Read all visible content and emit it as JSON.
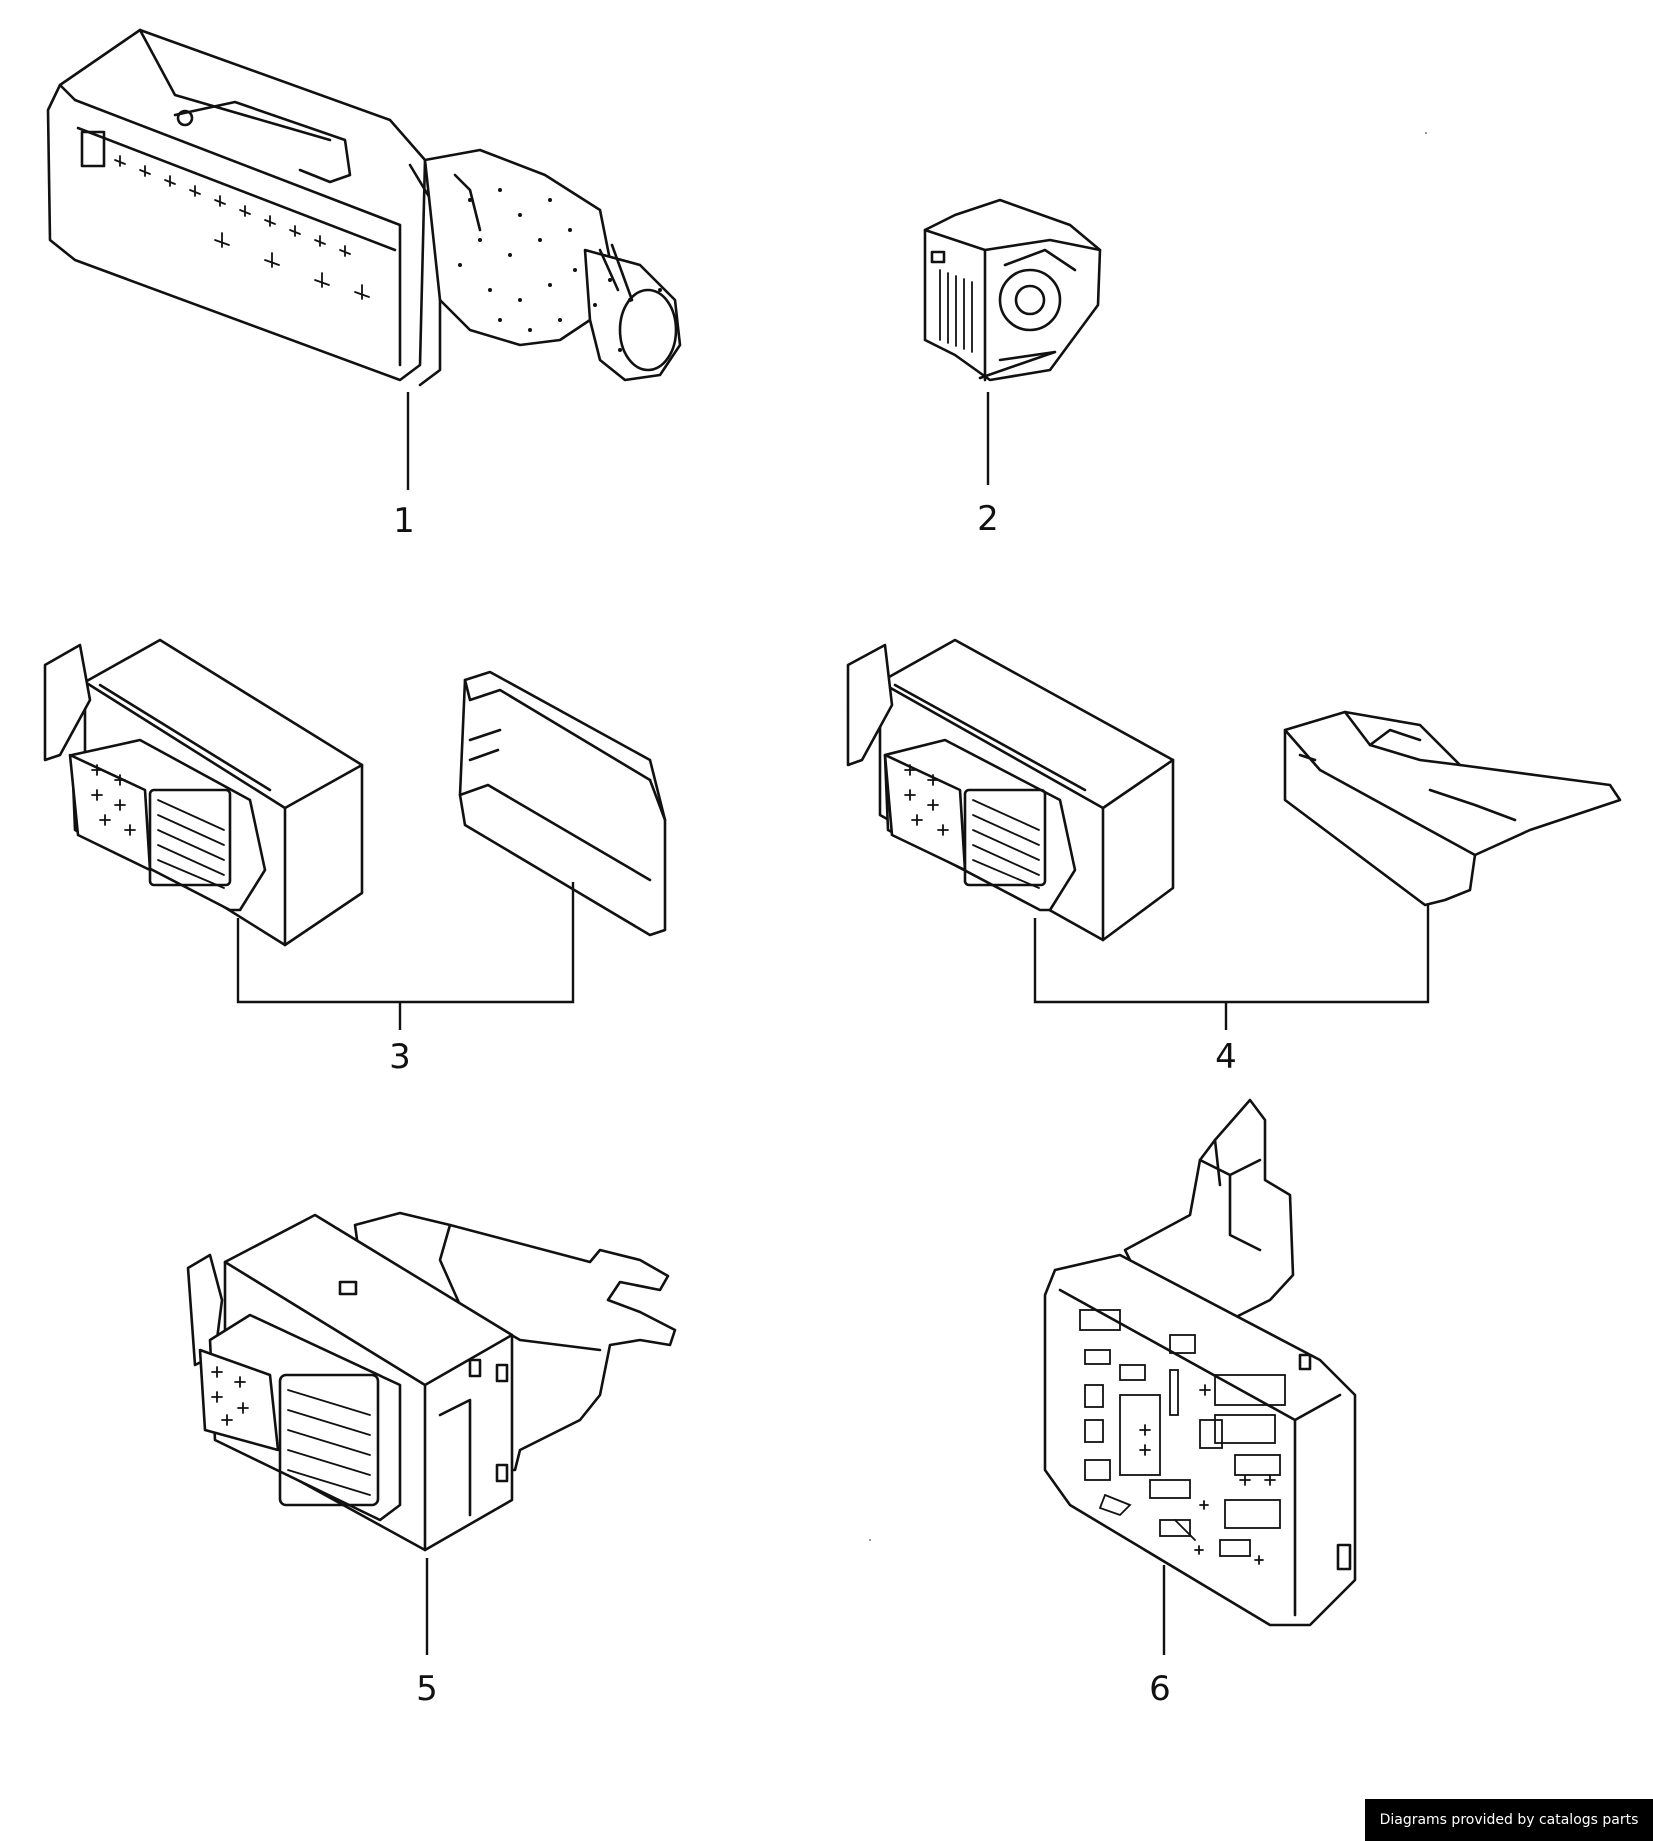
{
  "parts": [
    {
      "id": "1",
      "label": "1"
    },
    {
      "id": "2",
      "label": "2"
    },
    {
      "id": "3",
      "label": "3"
    },
    {
      "id": "4",
      "label": "4"
    },
    {
      "id": "5",
      "label": "5"
    },
    {
      "id": "6",
      "label": "6"
    }
  ],
  "credit": "Diagrams provided by catalogs parts",
  "colors": {
    "line": "#111111",
    "background": "#ffffff",
    "credit_bg": "#000000",
    "credit_text": "#ffffff"
  }
}
